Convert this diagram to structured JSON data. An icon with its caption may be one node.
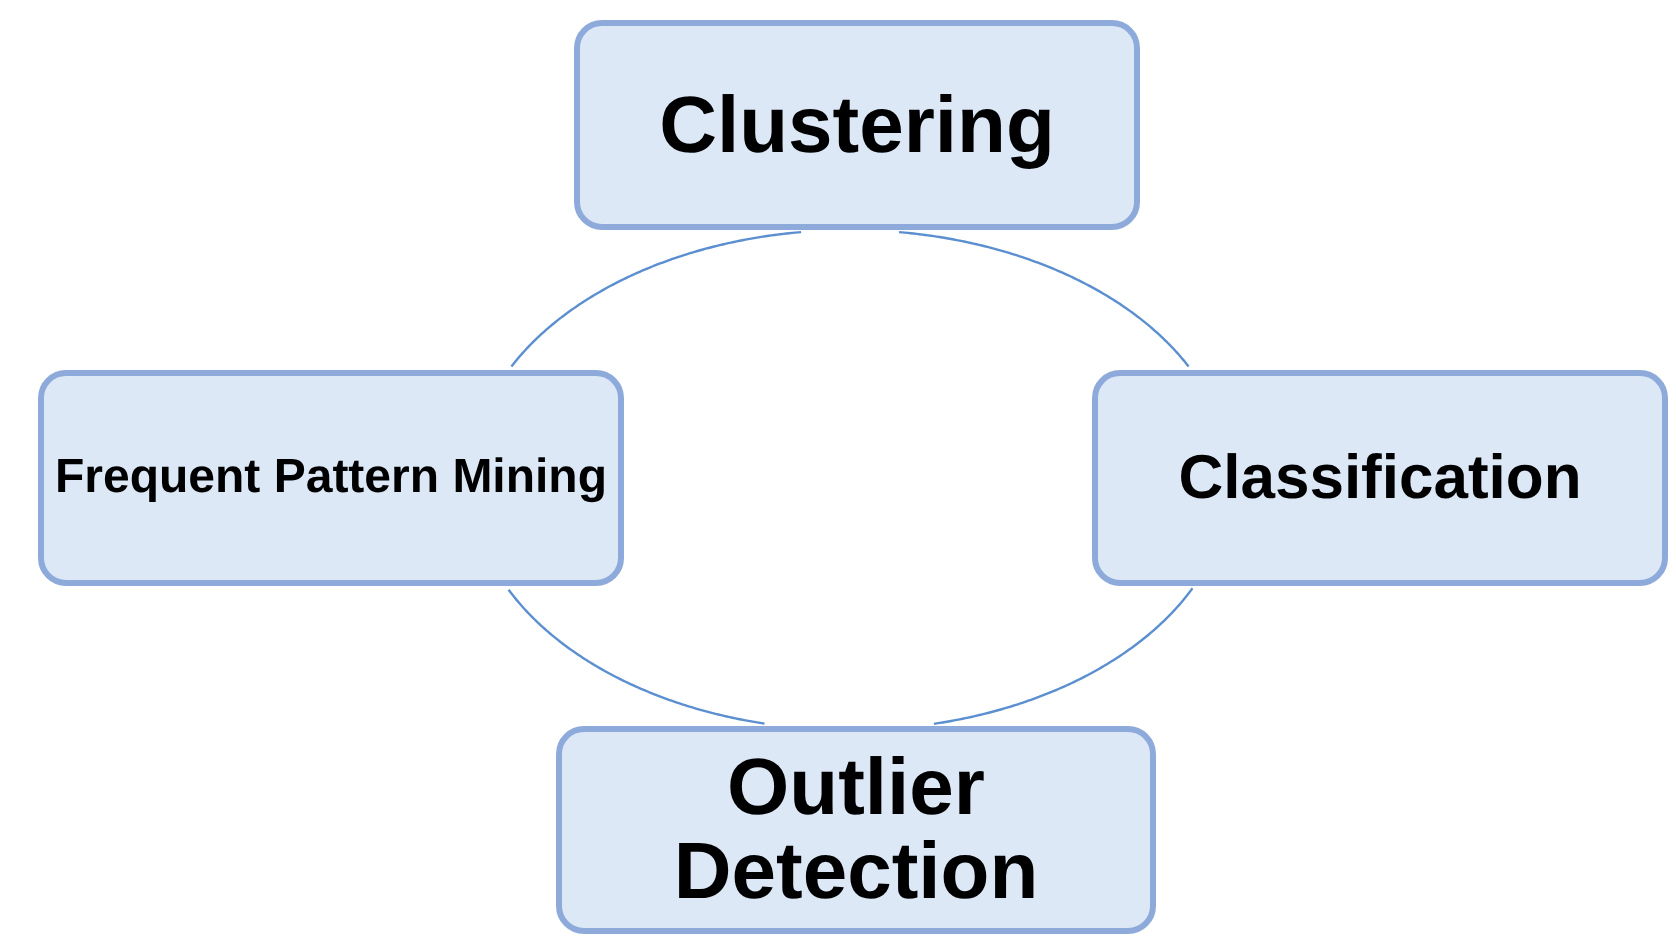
{
  "diagram": {
    "nodes": [
      {
        "text": [
          "Clustering"
        ]
      },
      {
        "text": [
          "Frequent Pattern Mining"
        ]
      },
      {
        "text": [
          "Classification"
        ]
      },
      {
        "text": [
          "Outlier Detection"
        ]
      }
    ],
    "edges": [
      {
        "from": 0,
        "to": 2,
        "arrow": "none"
      },
      {
        "from": 2,
        "to": 3,
        "arrow": "none"
      },
      {
        "from": 3,
        "to": 1,
        "arrow": "none"
      },
      {
        "from": 1,
        "to": 0,
        "arrow": "none"
      }
    ]
  }
}
